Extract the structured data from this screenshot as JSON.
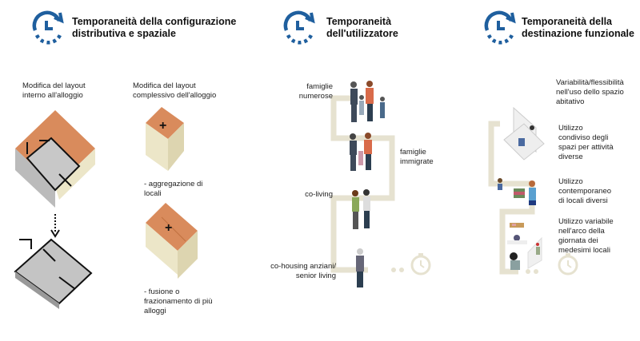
{
  "colors": {
    "accent": "#1f5f9e",
    "orange": "#d98b5c",
    "path": "#e6e2d0",
    "gray": "#bcbcbc"
  },
  "sections": [
    {
      "title_line1": "Temporaneità della configurazione",
      "title_line2": "distributiva e spaziale",
      "icon": "clock-refresh-icon"
    },
    {
      "title_line1": "Temporaneità",
      "title_line2": "dell'utilizzatore",
      "icon": "clock-refresh-icon"
    },
    {
      "title_line1": "Temporaneità della",
      "title_line2": "destinazione funzionale",
      "icon": "clock-refresh-icon"
    }
  ],
  "config": {
    "internal": [
      "Modifica del layout",
      "interno all'alloggio"
    ],
    "overall": [
      "Modifica del layout",
      "complessivo dell'alloggio"
    ],
    "aggregation": [
      "- aggregazione di",
      "locali"
    ],
    "fusion": [
      "- fusione o",
      "frazionamento di più",
      "alloggi"
    ]
  },
  "users": {
    "large": [
      "famiglie",
      "numerose"
    ],
    "immigrant": [
      "famiglie",
      "immigrate"
    ],
    "coliving": [
      "co-living"
    ],
    "cohousing": [
      "co-housing anziani/",
      "senior living"
    ]
  },
  "function": {
    "intro": [
      "Variabilità/flessibilità",
      "nell'uso dello spazio",
      "abitativo"
    ],
    "shared": [
      "Utilizzo",
      "condiviso degli",
      "spazi per attività",
      "diverse"
    ],
    "simultaneous": [
      "Utilizzo",
      "contemporaneo",
      "di locali diversi"
    ],
    "variable": [
      "Utilizzo variabile",
      "nell'arco della",
      "giornata dei",
      "medesimi locali"
    ]
  }
}
